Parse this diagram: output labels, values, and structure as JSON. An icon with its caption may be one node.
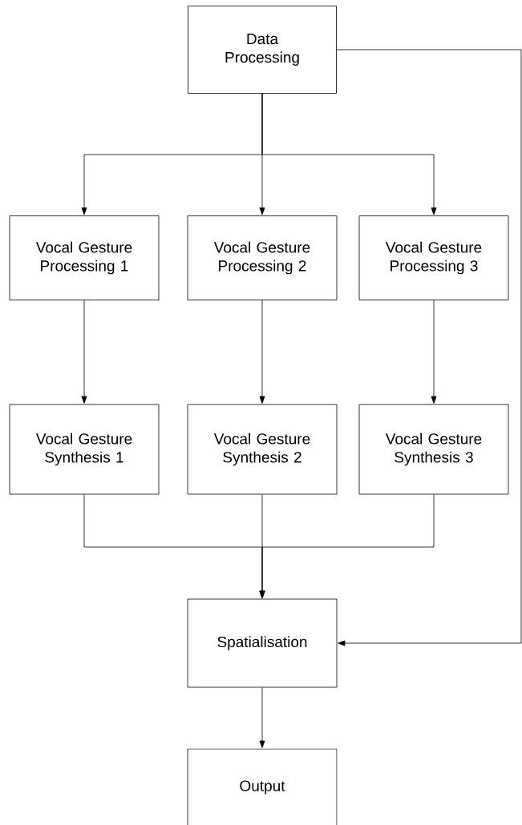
{
  "diagram": {
    "nodes": [
      {
        "text": [
          "Data Processing"
        ]
      },
      {
        "text": [
          "Vocal Gesture Processing 1"
        ]
      },
      {
        "text": [
          "Vocal Gesture Processing 2"
        ]
      },
      {
        "text": [
          "Vocal Gesture Processing 3"
        ]
      },
      {
        "text": [
          "Vocal Gesture Synthesis 1"
        ]
      },
      {
        "text": [
          "Vocal Gesture Synthesis 2"
        ]
      },
      {
        "text": [
          "Vocal Gesture Synthesis 3"
        ]
      },
      {
        "text": [
          "Spatialisation"
        ]
      },
      {
        "text": [
          "Output"
        ]
      }
    ],
    "edges": [
      {
        "from": 0,
        "to": 1,
        "arrow": "to"
      },
      {
        "from": 0,
        "to": 2,
        "arrow": "to"
      },
      {
        "from": 0,
        "to": 3,
        "arrow": "to"
      },
      {
        "from": 1,
        "to": 4,
        "arrow": "to"
      },
      {
        "from": 2,
        "to": 5,
        "arrow": "to"
      },
      {
        "from": 3,
        "to": 6,
        "arrow": "to"
      },
      {
        "from": 4,
        "to": 7,
        "arrow": "to"
      },
      {
        "from": 5,
        "to": 7,
        "arrow": "to"
      },
      {
        "from": 6,
        "to": 7,
        "arrow": "to"
      },
      {
        "from": 0,
        "to": 7,
        "arrow": "to"
      },
      {
        "from": 7,
        "to": 8,
        "arrow": "to"
      }
    ]
  }
}
